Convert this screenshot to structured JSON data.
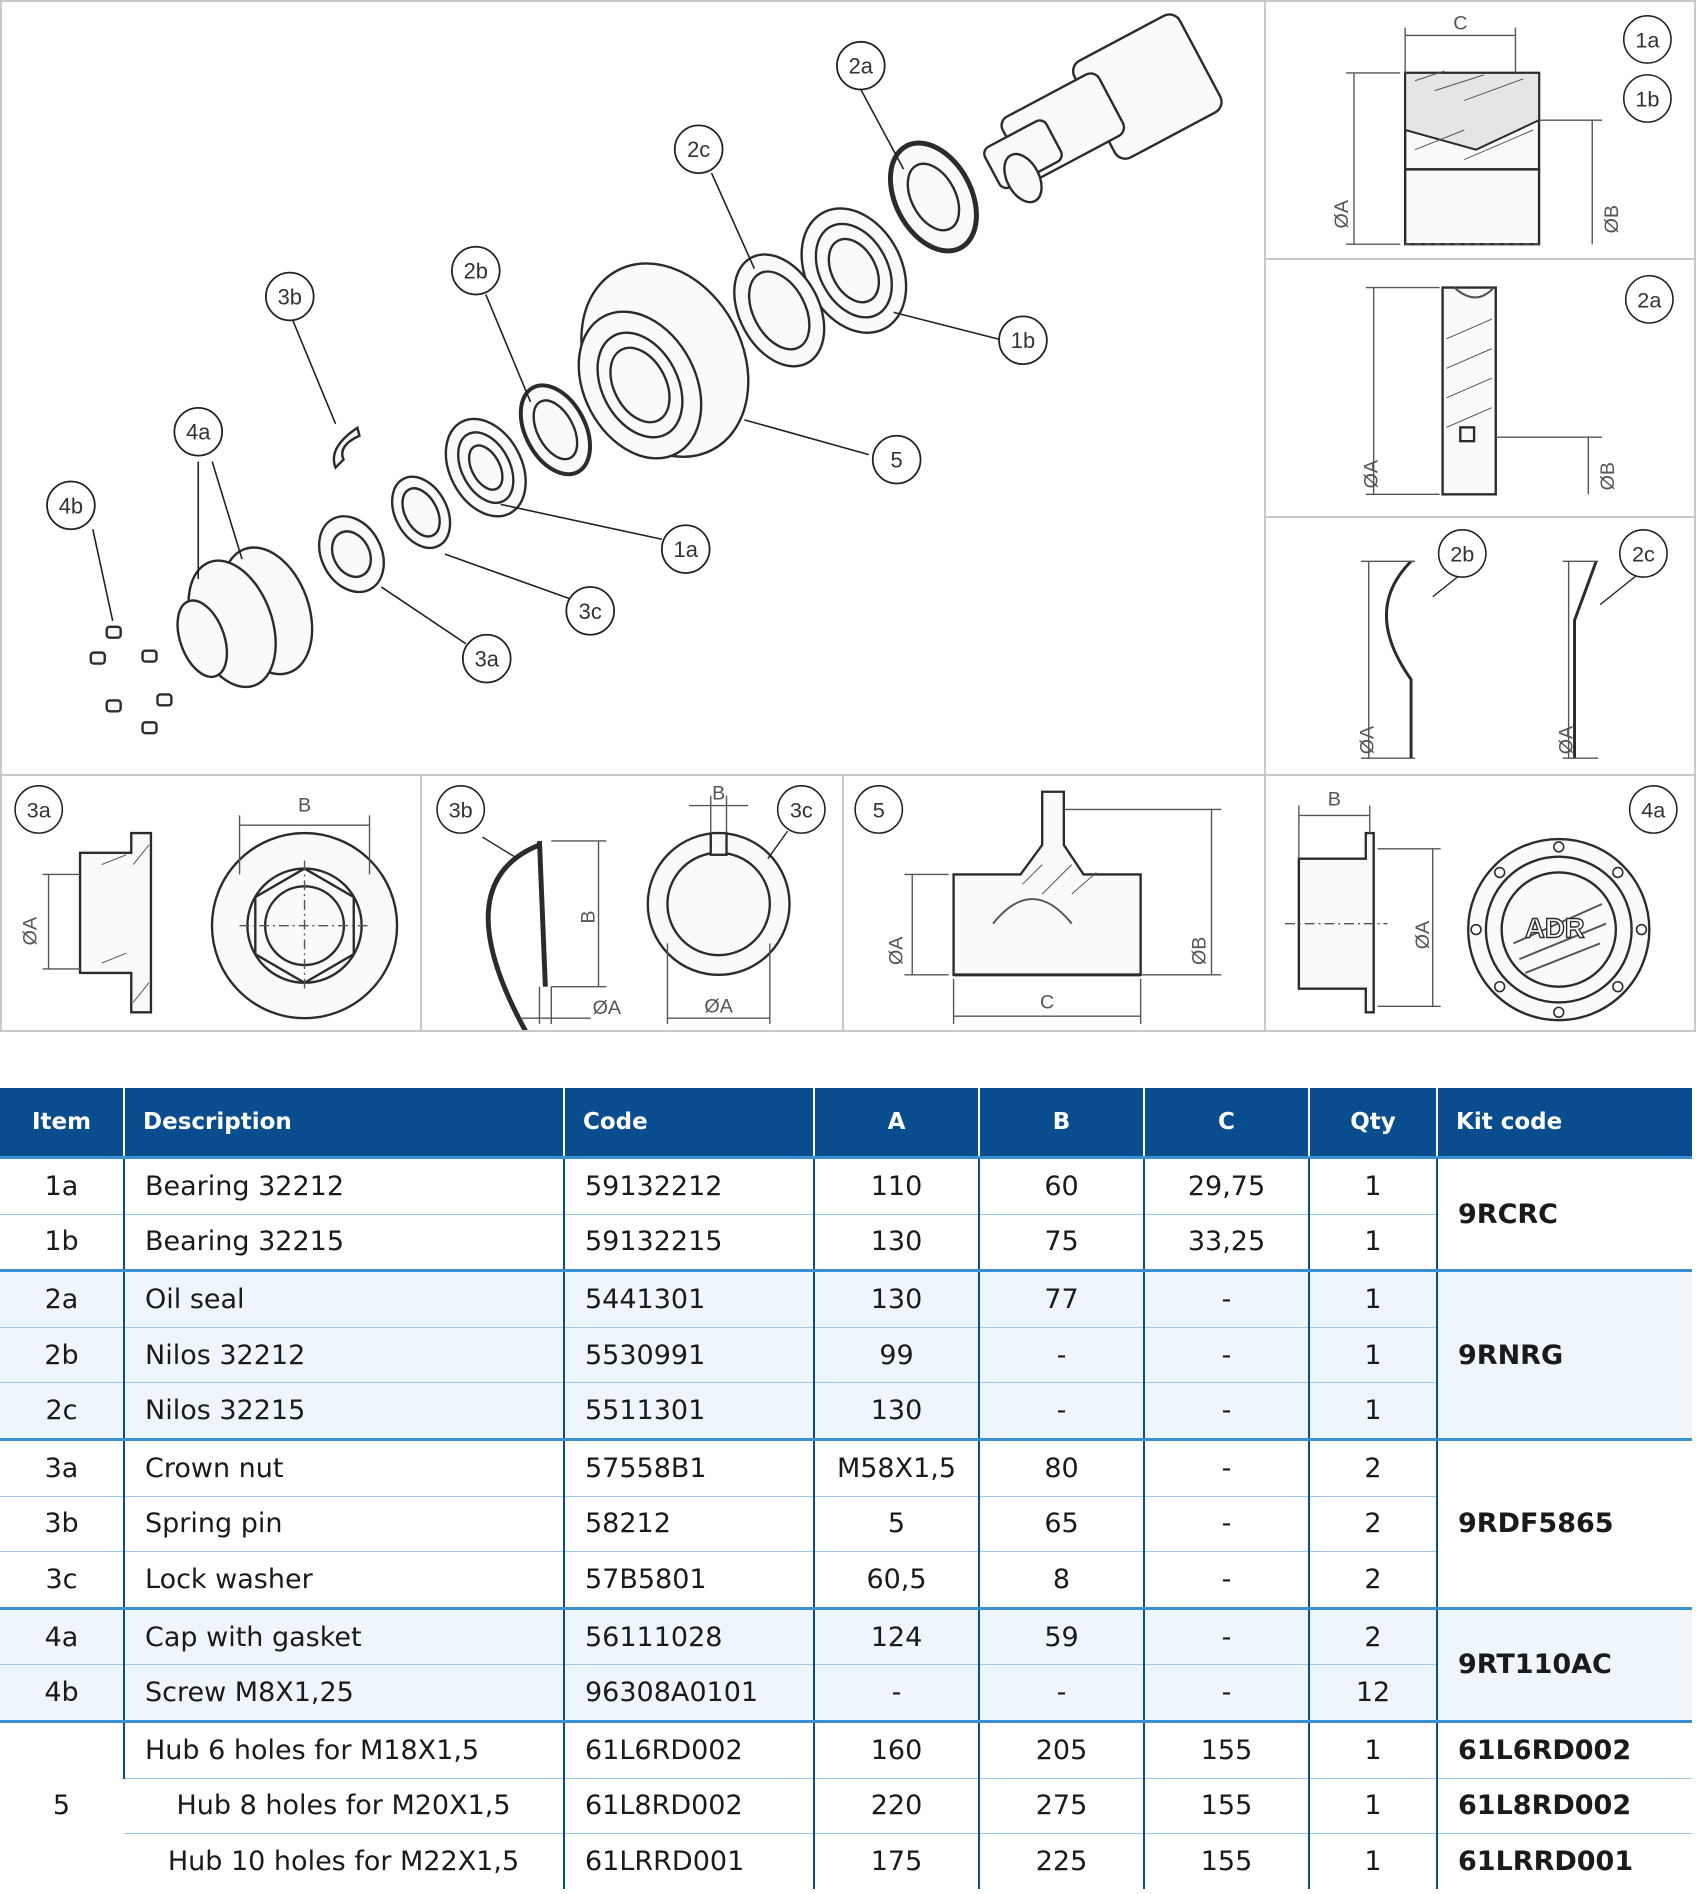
{
  "callouts": {
    "c1a": "1a",
    "c1b": "1b",
    "c2a": "2a",
    "c2b": "2b",
    "c2c": "2c",
    "c3a": "3a",
    "c3b": "3b",
    "c3c": "3c",
    "c4a": "4a",
    "c4b": "4b",
    "c5": "5"
  },
  "dims": {
    "A": "ØA",
    "B": "ØB",
    "Bp": "B",
    "C": "C"
  },
  "logo": "ADR",
  "table": {
    "headers": [
      "Item",
      "Description",
      "Code",
      "A",
      "B",
      "C",
      "Qty",
      "Kit code"
    ],
    "rows": [
      {
        "item": "1a",
        "desc": "Bearing 32212",
        "code": "59132212",
        "a": "110",
        "b": "60",
        "c": "29,75",
        "qty": "1"
      },
      {
        "item": "1b",
        "desc": "Bearing 32215",
        "code": "59132215",
        "a": "130",
        "b": "75",
        "c": "33,25",
        "qty": "1"
      },
      {
        "item": "2a",
        "desc": "Oil seal",
        "code": "5441301",
        "a": "130",
        "b": "77",
        "c": "-",
        "qty": "1"
      },
      {
        "item": "2b",
        "desc": "Nilos 32212",
        "code": "5530991",
        "a": "99",
        "b": "-",
        "c": "-",
        "qty": "1"
      },
      {
        "item": "2c",
        "desc": "Nilos 32215",
        "code": "5511301",
        "a": "130",
        "b": "-",
        "c": "-",
        "qty": "1"
      },
      {
        "item": "3a",
        "desc": "Crown nut",
        "code": "57558B1",
        "a": "M58X1,5",
        "b": "80",
        "c": "-",
        "qty": "2"
      },
      {
        "item": "3b",
        "desc": "Spring pin",
        "code": "58212",
        "a": "5",
        "b": "65",
        "c": "-",
        "qty": "2"
      },
      {
        "item": "3c",
        "desc": "Lock washer",
        "code": "57B5801",
        "a": "60,5",
        "b": "8",
        "c": "-",
        "qty": "2"
      },
      {
        "item": "4a",
        "desc": "Cap with gasket",
        "code": "56111028",
        "a": "124",
        "b": "59",
        "c": "-",
        "qty": "2"
      },
      {
        "item": "4b",
        "desc": "Screw M8X1,25",
        "code": "96308A0101",
        "a": "-",
        "b": "-",
        "c": "-",
        "qty": "12"
      },
      {
        "item": "5",
        "desc": "Hub 6 holes for M18X1,5",
        "code": "61L6RD002",
        "a": "160",
        "b": "205",
        "c": "155",
        "qty": "1"
      },
      {
        "desc": "Hub 8 holes for M20X1,5",
        "code": "61L8RD002",
        "a": "220",
        "b": "275",
        "c": "155",
        "qty": "1"
      },
      {
        "desc": "Hub 10 holes for M22X1,5",
        "code": "61LRRD001",
        "a": "175",
        "b": "225",
        "c": "155",
        "qty": "1"
      }
    ],
    "kits": [
      "9RCRC",
      "9RNRG",
      "9RDF5865",
      "9RT110AC",
      "61L6RD002",
      "61L8RD002",
      "61LRRD001"
    ]
  }
}
